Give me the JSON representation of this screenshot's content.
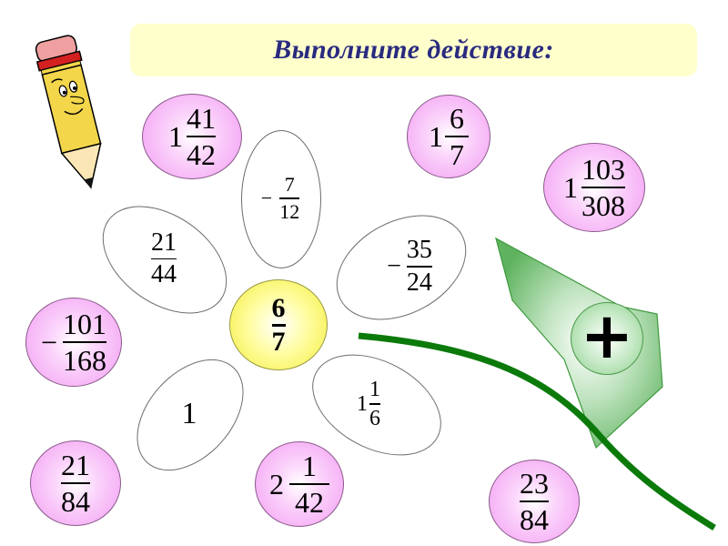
{
  "title": "Выполните действие:",
  "colors": {
    "title_bg": "#ffffcc",
    "title_text": "#2a2a80",
    "bubble": "#f29cf2",
    "center": "#f4ec3c",
    "leaf": "#5fb35f",
    "stem": "#0b7a0b"
  },
  "operation": {
    "symbol": "+",
    "icon": "plus-icon"
  },
  "center": {
    "num": "6",
    "den": "7"
  },
  "petals": [
    {
      "id": "top",
      "sign": "−",
      "whole": "",
      "num": "7",
      "den": "12"
    },
    {
      "id": "upper-left",
      "sign": "",
      "whole": "",
      "num": "21",
      "den": "44"
    },
    {
      "id": "upper-right",
      "sign": "−",
      "whole": "",
      "num": "35",
      "den": "24"
    },
    {
      "id": "lower-left",
      "sign": "",
      "whole": "1",
      "num": "",
      "den": ""
    },
    {
      "id": "lower-right",
      "sign": "",
      "whole": "1",
      "num": "1",
      "den": "6"
    }
  ],
  "answers": [
    {
      "id": "a1",
      "sign": "",
      "whole": "1",
      "num": "41",
      "den": "42"
    },
    {
      "id": "a2",
      "sign": "",
      "whole": "1",
      "num": "6",
      "den": "7"
    },
    {
      "id": "a3",
      "sign": "",
      "whole": "1",
      "num": "103",
      "den": "308"
    },
    {
      "id": "a4",
      "sign": "−",
      "whole": "",
      "num": "101",
      "den": "168"
    },
    {
      "id": "a5",
      "sign": "",
      "whole": "",
      "num": "21",
      "den": "84"
    },
    {
      "id": "a6",
      "sign": "",
      "whole": "2",
      "num": "1",
      "den": "42"
    },
    {
      "id": "a7",
      "sign": "",
      "whole": "",
      "num": "23",
      "den": "84"
    }
  ]
}
